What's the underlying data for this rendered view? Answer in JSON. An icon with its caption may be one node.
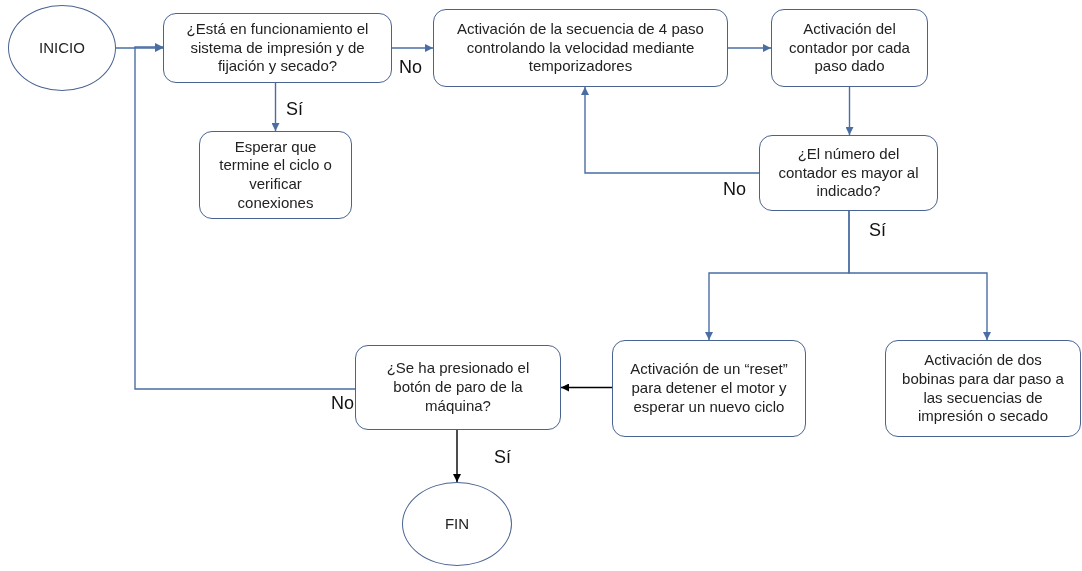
{
  "diagram": {
    "nodes": [
      {
        "text": [
          "INICIO"
        ]
      },
      {
        "text": [
          "¿Está en funcionamiento el sistema de impresión y de fijación y secado?"
        ]
      },
      {
        "text": [
          "Activación de la secuencia de 4 paso controlando la velocidad mediante temporizadores"
        ]
      },
      {
        "text": [
          "Activación del contador por cada paso dado"
        ]
      },
      {
        "text": [
          "Esperar que termine el ciclo o verificar conexiones"
        ]
      },
      {
        "text": [
          "¿El número del contador es mayor al indicado?"
        ]
      },
      {
        "text": [
          "¿Se ha presionado el botón de paro de la máquina?"
        ]
      },
      {
        "text": [
          "Activación de un “reset” para detener el motor y esperar un nuevo ciclo"
        ]
      },
      {
        "text": [
          "Activación de dos bobinas para dar paso a las secuencias de impresión o secado"
        ]
      },
      {
        "text": [
          "FIN"
        ]
      }
    ],
    "edges": [
      {
        "from": 0,
        "to": 1,
        "arrow": "to"
      },
      {
        "from": 1,
        "to": 2,
        "arrow": "to",
        "label": "No"
      },
      {
        "from": 1,
        "to": 4,
        "arrow": "to",
        "label": "Sí"
      },
      {
        "from": 2,
        "to": 3,
        "arrow": "to"
      },
      {
        "from": 3,
        "to": 5,
        "arrow": "to"
      },
      {
        "from": 5,
        "to": 2,
        "arrow": "to",
        "label": "No"
      },
      {
        "from": 5,
        "to": 7,
        "arrow": "to",
        "label": "Sí"
      },
      {
        "from": 5,
        "to": 8,
        "arrow": "to"
      },
      {
        "from": 7,
        "to": 6,
        "arrow": "to",
        "color": "#000000"
      },
      {
        "from": 6,
        "to": 9,
        "arrow": "to",
        "label": "Sí",
        "color": "#000000"
      },
      {
        "from": 6,
        "to": 1,
        "arrow": "to",
        "label": "No"
      }
    ]
  }
}
